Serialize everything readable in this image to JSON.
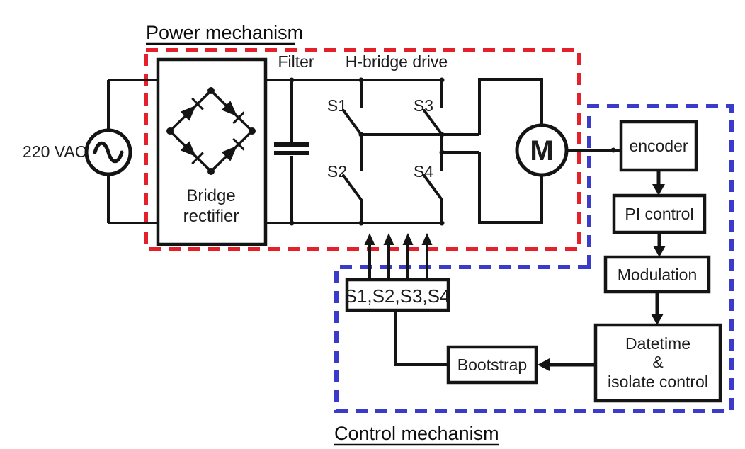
{
  "colors": {
    "power_accent": "#e4202a",
    "control_accent": "#3a3bcb"
  },
  "power": {
    "title": "Power mechanism",
    "source_label": "220 VAC",
    "rectifier": {
      "line1": "Bridge",
      "line2": "rectifier"
    },
    "filter_label": "Filter",
    "hbridge_label": "H-bridge drive",
    "switch_s1": "S1",
    "switch_s2": "S2",
    "switch_s3": "S3",
    "switch_s4": "S4",
    "motor_label": "M"
  },
  "control": {
    "title": "Control mechanism",
    "encoder_label": "encoder",
    "pi_label": "PI control",
    "modulation_label": "Modulation",
    "datetime": {
      "line1": "Datetime",
      "line2": "&",
      "line3": "isolate control"
    },
    "bootstrap_label": "Bootstrap",
    "gate_signals_label": "S1,S2,S3,S4"
  }
}
